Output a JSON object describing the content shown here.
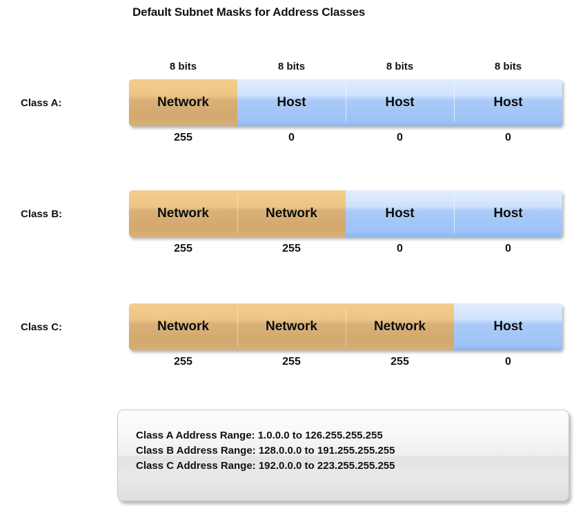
{
  "title": "Default Subnet Masks for Address Classes",
  "bits_header": [
    "8 bits",
    "8 bits",
    "8 bits",
    "8 bits"
  ],
  "octet_separator": ".",
  "colors": {
    "network_segment": "#e5bb7e",
    "host_segment": "#a9caf8",
    "text": "#111111",
    "info_box_background": "#eeeeee",
    "background": "#ffffff"
  },
  "rows": [
    {
      "label": "Class A:",
      "segments": [
        {
          "type": "network",
          "text": "Network"
        },
        {
          "type": "host",
          "text": "Host"
        },
        {
          "type": "host",
          "text": "Host"
        },
        {
          "type": "host",
          "text": "Host"
        }
      ],
      "mask": [
        "255",
        "0",
        "0",
        "0"
      ]
    },
    {
      "label": "Class B:",
      "segments": [
        {
          "type": "network",
          "text": "Network"
        },
        {
          "type": "network",
          "text": "Network"
        },
        {
          "type": "host",
          "text": "Host"
        },
        {
          "type": "host",
          "text": "Host"
        }
      ],
      "mask": [
        "255",
        "255",
        "0",
        "0"
      ]
    },
    {
      "label": "Class C:",
      "segments": [
        {
          "type": "network",
          "text": "Network"
        },
        {
          "type": "network",
          "text": "Network"
        },
        {
          "type": "network",
          "text": "Network"
        },
        {
          "type": "host",
          "text": "Host"
        }
      ],
      "mask": [
        "255",
        "255",
        "255",
        "0"
      ]
    }
  ],
  "info_box": {
    "lines": [
      "Class A Address Range: 1.0.0.0 to 126.255.255.255",
      "Class B Address Range: 128.0.0.0 to 191.255.255.255",
      "Class C Address Range: 192.0.0.0 to 223.255.255.255"
    ]
  }
}
